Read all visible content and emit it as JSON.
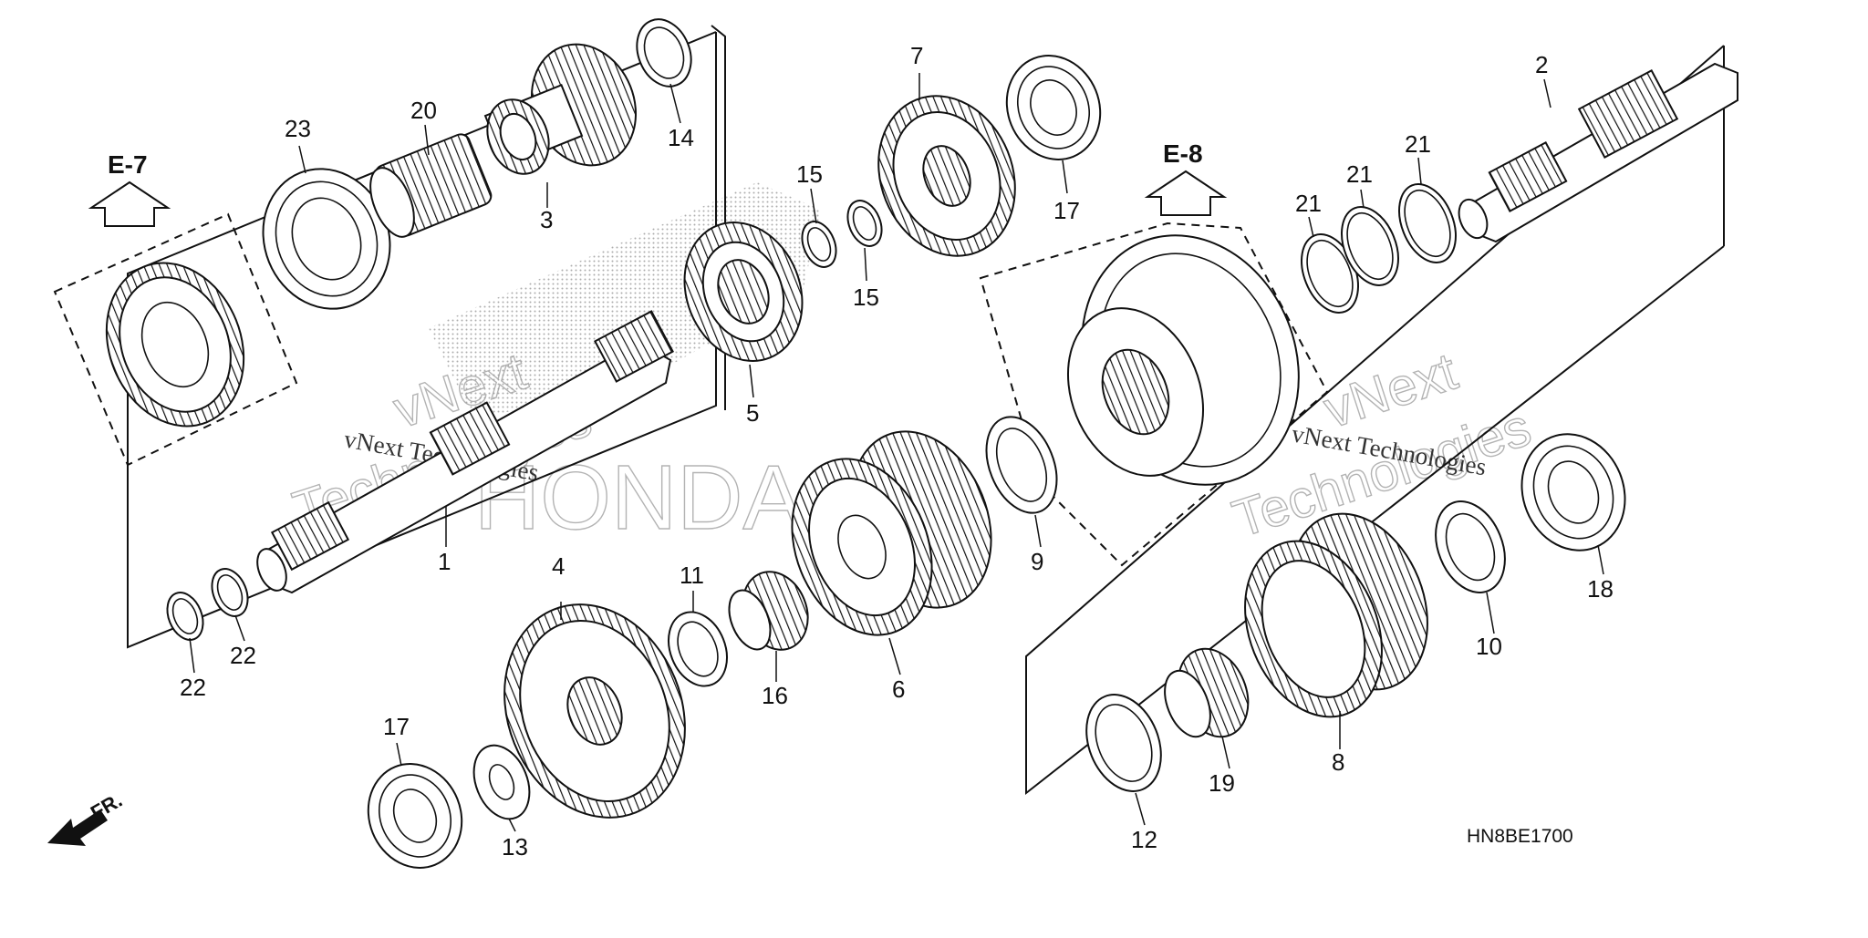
{
  "diagram": {
    "part_numbers": [
      "1",
      "2",
      "3",
      "4",
      "5",
      "6",
      "7",
      "8",
      "9",
      "10",
      "11",
      "12",
      "13",
      "14",
      "15",
      "15",
      "16",
      "17",
      "17",
      "18",
      "19",
      "20",
      "21",
      "21",
      "21",
      "22",
      "22",
      "23"
    ],
    "references": [
      "E-7",
      "E-8"
    ],
    "direction_label": "FR.",
    "drawing_code": "HN8BE1700",
    "watermark": {
      "line1": "vNext Technologies",
      "line2": "vNext Technologies",
      "big1": "vNext",
      "big2": "Technologies",
      "big3": "vNext",
      "big4": "Technologies",
      "logo_text": "HONDA"
    }
  }
}
